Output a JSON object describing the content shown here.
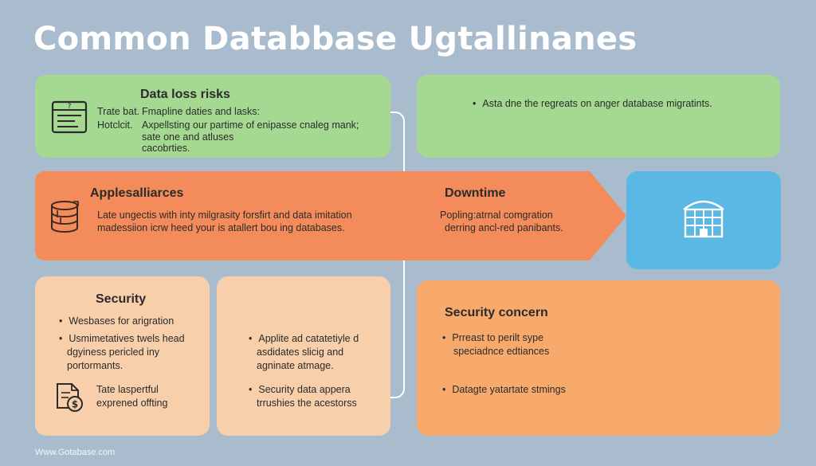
{
  "title": "Common Databbase Ugtallinanes",
  "cards": {
    "data_loss": {
      "heading": "Data loss risks",
      "col1": [
        "Trate bat.",
        "Hotclcit."
      ],
      "col2": [
        "Fmapline daties and lasks:",
        "Axpellsting our partime of enipasse cnaleg mank;",
        "sate one and atluses",
        "cacobrties."
      ]
    },
    "top_right": {
      "bullets": [
        "Asta dne the regreats on anger database migratints."
      ]
    },
    "arrow_left": {
      "heading": "Applesalliarces",
      "lines": [
        "Late ungectis with inty milgrasity forsfirt and data imitation",
        "madessiion icrw heed your is atallert bou ing databases."
      ]
    },
    "arrow_right": {
      "heading": "Downtime",
      "lines": [
        "Popling:atrnal comgration",
        "derring ancl-red panibants."
      ]
    },
    "security": {
      "heading": "Security",
      "bullets": [
        "Wesbases for arigration",
        "Usmimetatives twels head"
      ],
      "continuation": [
        "dgyiness pericled iny",
        "portormants."
      ],
      "footer_lines": [
        "Tate laspertful",
        "exprened offting"
      ]
    },
    "middle_peach": {
      "bullet1": [
        "Applite ad catatetiyle d",
        "asdidates slicig and",
        "agninate atmage."
      ],
      "bullet2": [
        "Security data appera",
        "trrushies the acestorss"
      ]
    },
    "security_concern": {
      "heading": "Security concern",
      "bullet1": [
        "Prreast to perilt sype",
        "speciadnce edtiances"
      ],
      "bullet2": [
        "Datagte yatartate stmings"
      ]
    }
  },
  "footer": "Www.Gotabase.com",
  "icons": [
    "document-icon",
    "database-icon",
    "building-icon",
    "dollar-document-icon"
  ],
  "colors": {
    "background": "#a9bccd",
    "green": "#a5d992",
    "orange_band": "#f48b5a",
    "blue": "#5bb8e4",
    "peach": "#f7cfaa",
    "orange": "#f7aa6c"
  }
}
